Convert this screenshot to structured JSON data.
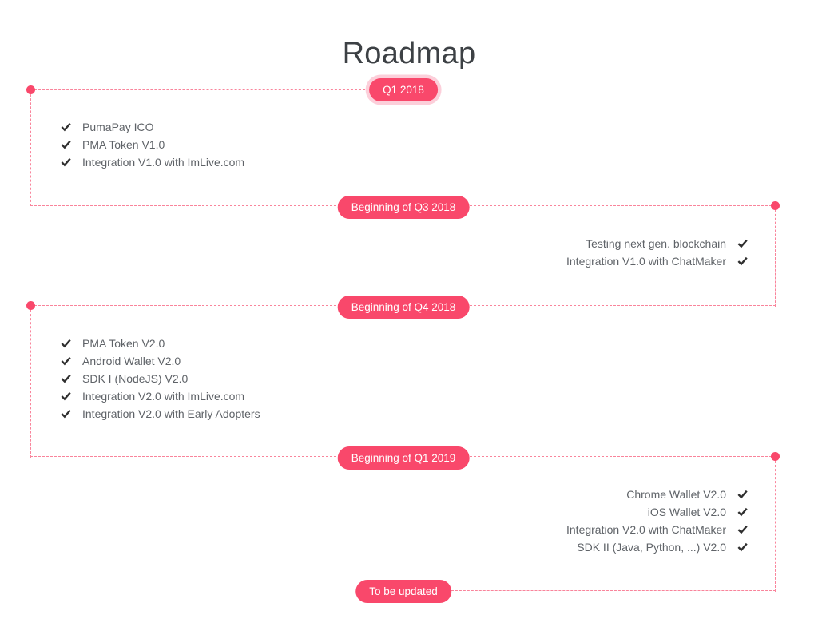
{
  "title": "Roadmap",
  "colors": {
    "accent": "#f9486b",
    "badge_halo": "#fccfda",
    "dashed_line": "#f9849b",
    "item_text": "#5f6368",
    "check": "#2f2f2f",
    "title_text": "#3d4145",
    "badge_text": "#ffffff"
  },
  "icons": {
    "check": "check-icon",
    "node": "timeline-node-dot"
  },
  "timeline": {
    "milestones": [
      {
        "label": "Q1 2018",
        "highlighted": true,
        "align": "left",
        "items": [
          "PumaPay ICO",
          "PMA Token V1.0",
          "Integration V1.0 with ImLive.com"
        ]
      },
      {
        "label": "Beginning of Q3 2018",
        "highlighted": false,
        "align": "right",
        "items": [
          "Testing next gen. blockchain",
          "Integration V1.0 with ChatMaker"
        ]
      },
      {
        "label": "Beginning of Q4 2018",
        "highlighted": false,
        "align": "left",
        "items": [
          "PMA Token V2.0",
          "Android Wallet V2.0",
          "SDK I (NodeJS) V2.0",
          "Integration V2.0 with ImLive.com",
          "Integration V2.0 with Early Adopters"
        ]
      },
      {
        "label": "Beginning of Q1 2019",
        "highlighted": false,
        "align": "right",
        "items": [
          "Chrome Wallet V2.0",
          "iOS Wallet V2.0",
          "Integration V2.0 with ChatMaker",
          "SDK II (Java, Python, ...) V2.0"
        ]
      },
      {
        "label": "To be updated",
        "highlighted": false,
        "align": "none",
        "items": []
      }
    ]
  }
}
